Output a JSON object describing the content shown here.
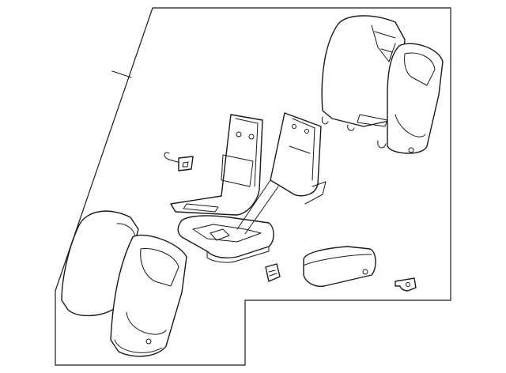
{
  "diagram": {
    "parts": [
      {
        "name": "seat-back-right"
      },
      {
        "name": "seat-cushion-frame"
      },
      {
        "name": "seat-back-frame"
      },
      {
        "name": "seat-back-left"
      },
      {
        "name": "armrest"
      },
      {
        "name": "clip"
      },
      {
        "name": "hook"
      },
      {
        "name": "tag"
      }
    ]
  }
}
